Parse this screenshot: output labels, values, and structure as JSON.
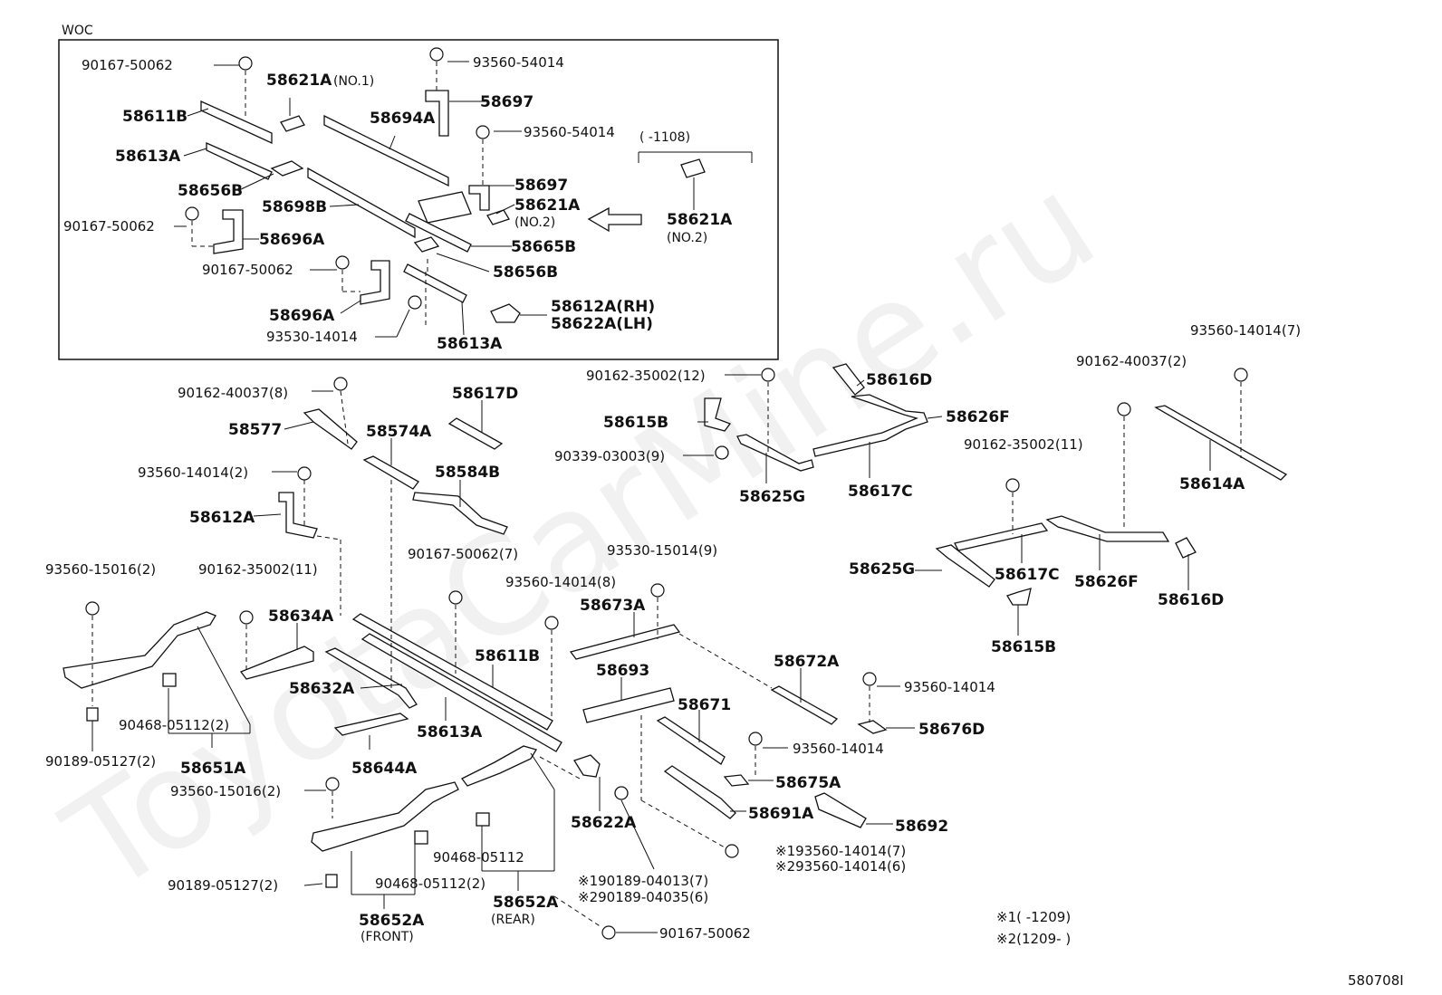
{
  "watermark": "ToyotaCarMine.ru",
  "diagram_code": "580708I",
  "inset": {
    "title": "WOC",
    "range_note": "(      -1108)",
    "callouts": {
      "b90167_top": "90167-50062",
      "p58621A_no1": "58621A",
      "p58621A_no1_note": "(NO.1)",
      "b93560_top": "93560-54014",
      "p58697_top": "58697",
      "p58611B": "58611B",
      "p58694A": "58694A",
      "b93560_mid": "93560-54014",
      "p58613A_top": "58613A",
      "p58697_mid": "58697",
      "p58656B_left": "58656B",
      "p58621A_no2": "58621A",
      "p58621A_no2_note": "(NO.2)",
      "p58698B": "58698B",
      "b90167_mid": "90167-50062",
      "p58696A_top": "58696A",
      "p58665B": "58665B",
      "b90167_low": "90167-50062",
      "p58656B_right": "58656B",
      "p58612A_rh": "58612A(RH)",
      "p58622A_lh": "58622A(LH)",
      "p58696A_low": "58696A",
      "b93530": "93530-14014",
      "p58613A_low": "58613A",
      "alt_58621A": "58621A",
      "alt_58621A_note": "(NO.2)"
    }
  },
  "main": {
    "c90162_40037_8": "90162-40037(8)",
    "c58577": "58577",
    "c58574A": "58574A",
    "c58617D": "58617D",
    "c58584B": "58584B",
    "c93560_14014_2": "93560-14014(2)",
    "c58612A": "58612A",
    "c93560_15016_2a": "93560-15016(2)",
    "c90162_35002_11a": "90162-35002(11)",
    "c58634A": "58634A",
    "c90167_50062_7": "90167-50062(7)",
    "c93560_14014_8": "93560-14014(8)",
    "c58632A": "58632A",
    "c58611B": "58611B",
    "c58613A": "58613A",
    "c90468_2a": "90468-05112(2)",
    "c90189_2a": "90189-05127(2)",
    "c58651A": "58651A",
    "c58644A": "58644A",
    "c93560_15016_2b": "93560-15016(2)",
    "c90189_2b": "90189-05127(2)",
    "c90468_05112": "90468-05112",
    "c90468_2b": "90468-05112(2)",
    "c58652A_front": "58652A",
    "c58652A_front_note": "(FRONT)",
    "c58652A_rear": "58652A",
    "c58652A_rear_note": "(REAR)",
    "c90162_35002_12": "90162-35002(12)",
    "c58616D_top": "58616D",
    "c58626F_top": "58626F",
    "c58615B_top": "58615B",
    "c90339": "90339-03003(9)",
    "c58625G_top": "58625G",
    "c58617C_top": "58617C",
    "c93560_14014_7": "93560-14014(7)",
    "c90162_40037_2": "90162-40037(2)",
    "c58614A": "58614A",
    "c90162_35002_11b": "90162-35002(11)",
    "c58625G_low": "58625G",
    "c58617C_low": "58617C",
    "c58626F_low": "58626F",
    "c58616D_low": "58616D",
    "c58615B_low": "58615B",
    "c93530_15014_9": "93530-15014(9)",
    "c58673A": "58673A",
    "c58693": "58693",
    "c58672A": "58672A",
    "c58671": "58671",
    "c93560_14014_a": "93560-14014",
    "c58676D": "58676D",
    "c93560_14014_b": "93560-14014",
    "c58675A": "58675A",
    "c58622A": "58622A",
    "c58691A": "58691A",
    "c58692": "58692",
    "c_star1_93560": "※193560-14014(7)",
    "c_star2_93560": "※293560-14014(6)",
    "c_star1_90189": "※190189-04013(7)",
    "c_star2_90189": "※290189-04035(6)",
    "c90167_50062_bot": "90167-50062"
  },
  "footnotes": {
    "note1": "※1(      -1209)",
    "note2": "※2(1209-      )"
  }
}
